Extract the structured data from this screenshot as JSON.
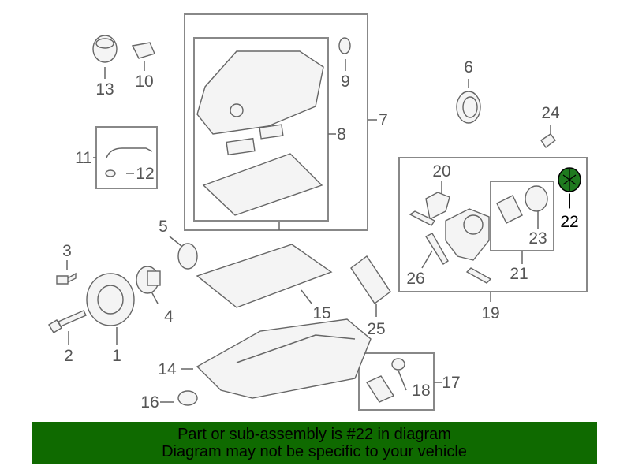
{
  "diagram": {
    "callouts": {
      "p1": "1",
      "p2": "2",
      "p3": "3",
      "p4": "4",
      "p5": "5",
      "p6": "6",
      "p7": "7",
      "p8": "8",
      "p9": "9",
      "p10": "10",
      "p11": "11",
      "p12": "12",
      "p13": "13",
      "p14": "14",
      "p15": "15",
      "p16": "16",
      "p17": "17",
      "p18": "18",
      "p19": "19",
      "p20": "20",
      "p21": "21",
      "p22": "22",
      "p23": "23",
      "p24": "24",
      "p25": "25",
      "p26": "26"
    },
    "highlighted_part": "22",
    "highlight_color": "#1f7a1f"
  },
  "banner": {
    "line1": "Part or sub-assembly is #22 in diagram",
    "line2": "Diagram may not be specific to your vehicle",
    "color": "#0f6a00"
  }
}
